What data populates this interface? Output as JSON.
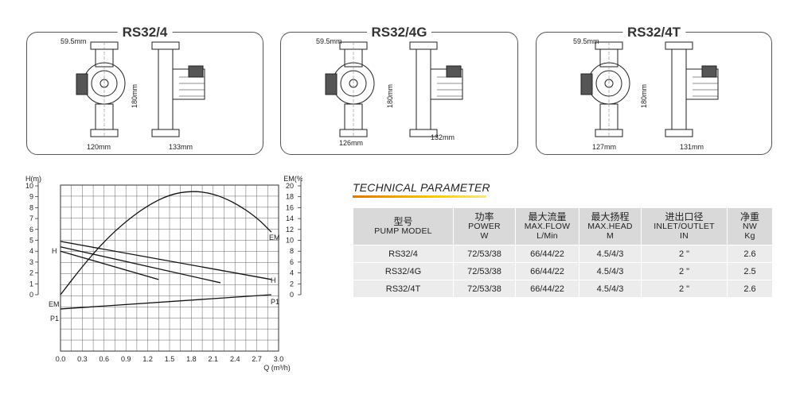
{
  "pumps": [
    {
      "title": "RS32/4",
      "dims": {
        "shaft": "59.5mm",
        "height": "180mm",
        "front_width": "120mm",
        "side_width": "133mm"
      }
    },
    {
      "title": "RS32/4G",
      "dims": {
        "shaft": "59.5mm",
        "height": "180mm",
        "front_width": "126mm",
        "side_width": "132mm"
      }
    },
    {
      "title": "RS32/4T",
      "dims": {
        "shaft": "59.5mm",
        "height": "180mm",
        "front_width": "127mm",
        "side_width": "131mm"
      }
    }
  ],
  "chart_data": {
    "type": "line",
    "xlabel": "Q (m³/h)",
    "ylabel_left": "H(m)",
    "ylabel_right": "EM(%)",
    "xlim": [
      0,
      3.0
    ],
    "ylim_left": [
      0,
      10
    ],
    "ylim_right": [
      0,
      20
    ],
    "x_ticks": [
      "0.0",
      "0.3",
      "0.6",
      "0.9",
      "1.2",
      "1.5",
      "1.8",
      "2.1",
      "2.4",
      "2.7",
      "3.0"
    ],
    "y_left_ticks": [
      "0",
      "1",
      "2",
      "3",
      "4",
      "5",
      "6",
      "7",
      "8",
      "9",
      "10"
    ],
    "y_right_ticks": [
      "0",
      "2",
      "4",
      "6",
      "8",
      "10",
      "12",
      "14",
      "16",
      "18",
      "20"
    ],
    "series": [
      {
        "name": "H",
        "axis": "left",
        "points": [
          [
            0,
            4.9
          ],
          [
            2.9,
            1.4
          ]
        ]
      },
      {
        "name": "",
        "axis": "left",
        "points": [
          [
            0,
            4.4
          ],
          [
            2.2,
            1.1
          ]
        ]
      },
      {
        "name": "",
        "axis": "left",
        "points": [
          [
            0,
            4.0
          ],
          [
            1.35,
            1.4
          ]
        ]
      },
      {
        "name": "EM",
        "axis": "right",
        "points": [
          [
            0,
            0
          ],
          [
            0.3,
            5.2
          ],
          [
            0.6,
            9.8
          ],
          [
            0.9,
            13.5
          ],
          [
            1.2,
            16.4
          ],
          [
            1.5,
            18.4
          ],
          [
            1.8,
            19.1
          ],
          [
            2.1,
            18.6
          ],
          [
            2.4,
            16.9
          ],
          [
            2.7,
            14.2
          ],
          [
            2.9,
            11.5
          ]
        ]
      },
      {
        "name": "P1",
        "axis": "power",
        "points": [
          [
            0,
            1.5
          ],
          [
            2.9,
            2.8
          ]
        ]
      }
    ],
    "curve_labels": {
      "h_left": "H",
      "h_right": "H",
      "em_left": "EM",
      "em_right": "EM",
      "p1_left": "P1",
      "p1_right": "P1"
    }
  },
  "tech": {
    "title": "TECHNICAL PARAMETER",
    "headers": [
      {
        "zh": "型号",
        "en1": "PUMP MODEL",
        "en2": ""
      },
      {
        "zh": "功率",
        "en1": "POWER",
        "en2": "W"
      },
      {
        "zh": "最大流量",
        "en1": "MAX.FLOW",
        "en2": "L/Min"
      },
      {
        "zh": "最大扬程",
        "en1": "MAX.HEAD",
        "en2": "M"
      },
      {
        "zh": "进出口径",
        "en1": "INLET/OUTLET",
        "en2": "IN"
      },
      {
        "zh": "净重",
        "en1": "NW",
        "en2": "Kg"
      }
    ],
    "rows": [
      [
        "RS32/4",
        "72/53/38",
        "66/44/22",
        "4.5/4/3",
        "2 \"",
        "2.6"
      ],
      [
        "RS32/4G",
        "72/53/38",
        "66/44/22",
        "4.5/4/3",
        "2 \"",
        "2.5"
      ],
      [
        "RS32/4T",
        "72/53/38",
        "66/44/22",
        "4.5/4/3",
        "2 \"",
        "2.6"
      ]
    ]
  },
  "colors": {
    "accent_start": "#d97a00",
    "accent_end": "#f3c900",
    "header_bg": "#d9d9d9",
    "cell_bg": "#ececec",
    "line": "#222222"
  }
}
